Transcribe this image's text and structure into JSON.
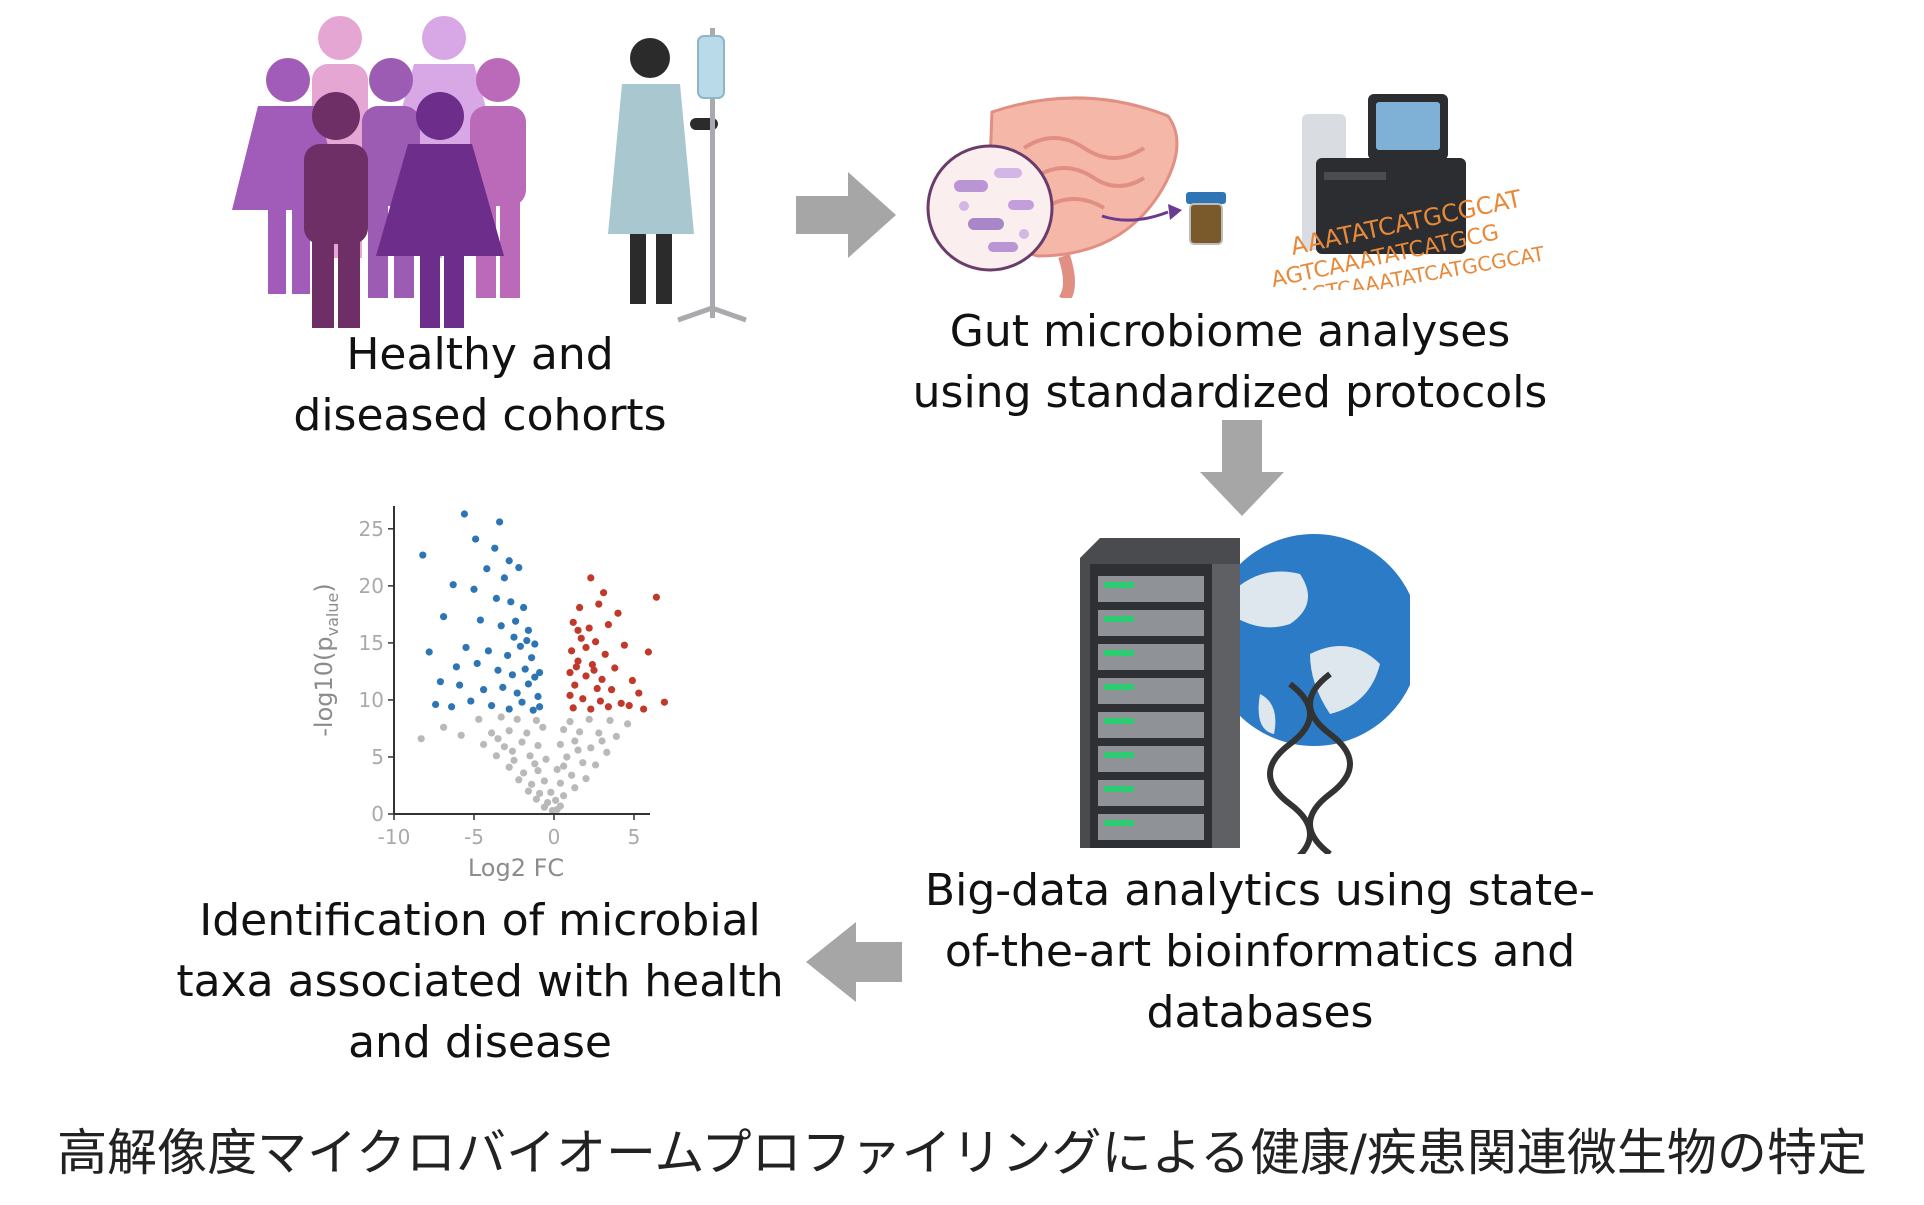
{
  "steps": {
    "cohorts": {
      "line1": "Healthy and",
      "line2": "diseased cohorts"
    },
    "microbiome": {
      "line1": "Gut microbiome analyses",
      "line2": "using standardized protocols"
    },
    "bigdata": {
      "line1": "Big-data analytics using state-",
      "line2": "of-the-art bioinformatics and",
      "line3": "databases"
    },
    "identification": {
      "line1": "Identification of microbial",
      "line2": "taxa associated with health",
      "line3": "and disease"
    }
  },
  "dna_text": [
    "AAATATCATGCGCAT",
    "AGTCAAATATCATGCG",
    "AGGAGTCAAATATCATGCGCAT"
  ],
  "colors": {
    "arrow": "#a6a6a6",
    "down": "#2e75b6",
    "up": "#c0392b",
    "ns": "#b9b9b9",
    "purple": "#7b3f8f",
    "orange": "#e8893a"
  },
  "chart_data": {
    "type": "scatter",
    "title": "",
    "xlabel": "Log2 FC",
    "ylabel_main": "-log10(p",
    "ylabel_sub": "value",
    "ylabel_close": ")",
    "xlim": [
      -10,
      6
    ],
    "ylim": [
      0,
      27
    ],
    "xticks": [
      -10,
      -5,
      0,
      5
    ],
    "yticks": [
      0,
      5,
      10,
      15,
      20,
      25
    ],
    "series": [
      {
        "color_key": "down",
        "points": [
          [
            -5.6,
            26.3
          ],
          [
            -3.4,
            25.6
          ],
          [
            -8.2,
            22.7
          ],
          [
            -4.9,
            24.1
          ],
          [
            -3.7,
            23.3
          ],
          [
            -2.8,
            22.2
          ],
          [
            -4.2,
            21.5
          ],
          [
            -3.1,
            20.7
          ],
          [
            -2.2,
            21.6
          ],
          [
            -6.3,
            20.1
          ],
          [
            -5.0,
            19.7
          ],
          [
            -3.6,
            18.9
          ],
          [
            -2.7,
            18.6
          ],
          [
            -1.9,
            18.1
          ],
          [
            -6.9,
            17.3
          ],
          [
            -4.6,
            17.0
          ],
          [
            -3.3,
            16.5
          ],
          [
            -2.4,
            16.9
          ],
          [
            -1.6,
            16.1
          ],
          [
            -7.8,
            14.2
          ],
          [
            -5.5,
            14.6
          ],
          [
            -4.1,
            14.3
          ],
          [
            -2.9,
            13.9
          ],
          [
            -2.1,
            14.7
          ],
          [
            -1.4,
            13.7
          ],
          [
            -6.1,
            12.9
          ],
          [
            -4.8,
            13.2
          ],
          [
            -3.5,
            12.6
          ],
          [
            -2.6,
            12.2
          ],
          [
            -1.8,
            12.7
          ],
          [
            -1.2,
            12.0
          ],
          [
            -7.1,
            11.6
          ],
          [
            -5.9,
            11.3
          ],
          [
            -4.4,
            10.9
          ],
          [
            -3.2,
            11.1
          ],
          [
            -2.3,
            10.6
          ],
          [
            -1.6,
            11.4
          ],
          [
            -1.0,
            10.3
          ],
          [
            -7.4,
            9.6
          ],
          [
            -6.4,
            9.4
          ],
          [
            -5.2,
            9.9
          ],
          [
            -3.9,
            9.5
          ],
          [
            -2.8,
            9.2
          ],
          [
            -2.0,
            9.8
          ],
          [
            -1.3,
            9.1
          ],
          [
            -0.9,
            9.4
          ],
          [
            -2.5,
            15.5
          ],
          [
            -1.7,
            15.2
          ],
          [
            -1.2,
            14.9
          ],
          [
            -0.9,
            12.4
          ]
        ]
      },
      {
        "color_key": "up",
        "points": [
          [
            2.3,
            20.7
          ],
          [
            3.1,
            19.4
          ],
          [
            6.4,
            19.0
          ],
          [
            2.8,
            18.4
          ],
          [
            1.6,
            18.1
          ],
          [
            4.0,
            17.6
          ],
          [
            1.2,
            16.8
          ],
          [
            2.2,
            16.3
          ],
          [
            3.4,
            16.6
          ],
          [
            1.7,
            15.4
          ],
          [
            2.6,
            15.1
          ],
          [
            4.4,
            14.8
          ],
          [
            1.1,
            14.3
          ],
          [
            3.2,
            14.0
          ],
          [
            5.9,
            14.2
          ],
          [
            1.5,
            13.4
          ],
          [
            2.4,
            13.1
          ],
          [
            3.8,
            12.8
          ],
          [
            1.0,
            12.4
          ],
          [
            2.0,
            12.1
          ],
          [
            3.0,
            11.8
          ],
          [
            4.9,
            11.7
          ],
          [
            1.3,
            11.3
          ],
          [
            2.7,
            11.0
          ],
          [
            3.6,
            10.9
          ],
          [
            5.3,
            10.6
          ],
          [
            1.0,
            10.4
          ],
          [
            1.8,
            10.1
          ],
          [
            2.9,
            9.9
          ],
          [
            4.2,
            9.7
          ],
          [
            1.2,
            9.3
          ],
          [
            2.3,
            9.2
          ],
          [
            3.4,
            9.4
          ],
          [
            4.7,
            9.5
          ],
          [
            6.9,
            9.8
          ],
          [
            5.6,
            9.2
          ],
          [
            1.5,
            16.1
          ],
          [
            2.0,
            14.6
          ],
          [
            1.4,
            12.9
          ],
          [
            2.5,
            12.6
          ]
        ]
      },
      {
        "color_key": "ns",
        "points": [
          [
            -8.3,
            6.6
          ],
          [
            -6.9,
            7.6
          ],
          [
            -4.7,
            8.3
          ],
          [
            -3.3,
            8.5
          ],
          [
            -2.3,
            8.3
          ],
          [
            -1.1,
            8.2
          ],
          [
            1.0,
            8.1
          ],
          [
            2.2,
            8.3
          ],
          [
            3.5,
            8.2
          ],
          [
            4.6,
            7.9
          ],
          [
            -5.8,
            6.9
          ],
          [
            -3.9,
            7.1
          ],
          [
            -2.8,
            7.3
          ],
          [
            -1.7,
            7.1
          ],
          [
            -0.7,
            7.6
          ],
          [
            0.6,
            7.4
          ],
          [
            1.6,
            7.2
          ],
          [
            2.8,
            7.1
          ],
          [
            3.9,
            6.8
          ],
          [
            -4.4,
            6.1
          ],
          [
            -3.1,
            5.9
          ],
          [
            -2.0,
            6.3
          ],
          [
            -1.0,
            6.0
          ],
          [
            0.4,
            6.1
          ],
          [
            1.3,
            6.4
          ],
          [
            2.3,
            5.8
          ],
          [
            3.3,
            5.4
          ],
          [
            -3.6,
            5.1
          ],
          [
            -2.5,
            4.7
          ],
          [
            -1.5,
            5.1
          ],
          [
            -0.5,
            4.8
          ],
          [
            0.8,
            5.0
          ],
          [
            1.8,
            4.5
          ],
          [
            2.6,
            4.3
          ],
          [
            -2.8,
            4.1
          ],
          [
            -1.9,
            3.6
          ],
          [
            -1.0,
            3.8
          ],
          [
            0.2,
            3.9
          ],
          [
            1.1,
            3.4
          ],
          [
            2.0,
            3.1
          ],
          [
            -2.2,
            3.0
          ],
          [
            -1.4,
            2.6
          ],
          [
            -0.6,
            2.9
          ],
          [
            0.4,
            2.7
          ],
          [
            1.3,
            2.3
          ],
          [
            -1.6,
            2.0
          ],
          [
            -0.9,
            1.8
          ],
          [
            -0.2,
            1.9
          ],
          [
            0.6,
            1.6
          ],
          [
            -1.1,
            1.3
          ],
          [
            -0.4,
            1.0
          ],
          [
            0.1,
            1.2
          ],
          [
            0.4,
            0.7
          ],
          [
            -0.6,
            0.6
          ],
          [
            -0.1,
            0.3
          ],
          [
            0.2,
            0.4
          ],
          [
            -1.2,
            4.4
          ],
          [
            0.6,
            4.2
          ],
          [
            1.5,
            5.6
          ],
          [
            -2.6,
            5.5
          ],
          [
            3.0,
            6.4
          ],
          [
            -3.5,
            6.6
          ]
        ]
      }
    ]
  },
  "caption": "高解像度マイクロバイオームプロファイリングによる健康/疾患関連微生物の特定"
}
